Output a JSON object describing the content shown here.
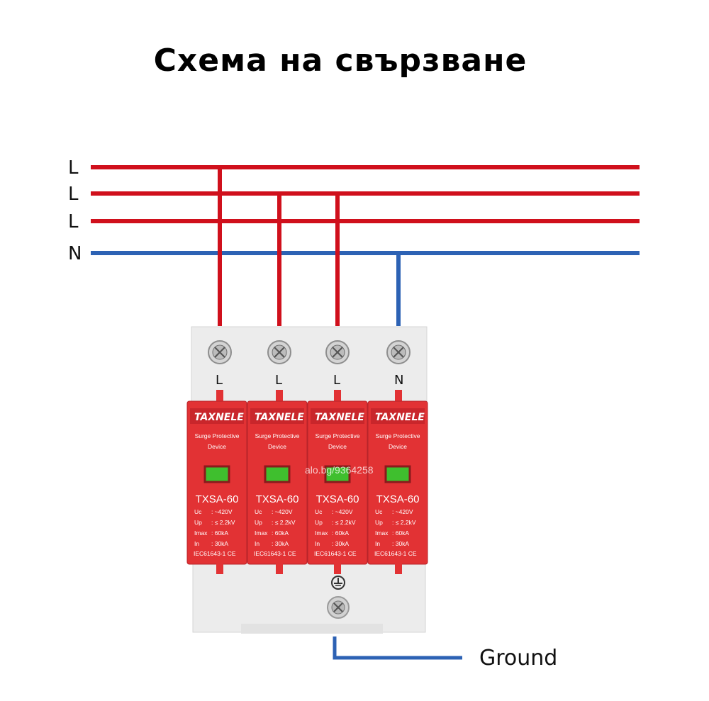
{
  "title": "Схема на свързване",
  "buses": [
    {
      "label": "L",
      "color": "#d0101c"
    },
    {
      "label": "L",
      "color": "#d0101c"
    },
    {
      "label": "L",
      "color": "#d0101c"
    },
    {
      "label": "N",
      "color": "#2d62b4"
    }
  ],
  "ground_label": "Ground",
  "watermark": "alo.bg/9364258",
  "device": {
    "body_color": "#e8e8e8",
    "module_color": "#e23234",
    "indicator_color": "#3fbf2e",
    "modules": [
      {
        "terminal": "L",
        "brand": "TAXNELE",
        "line1": "Surge Protective",
        "line2": "Device",
        "model": "TXSA-60",
        "specs": [
          {
            "k": "Uc",
            "v": ": ~420V"
          },
          {
            "k": "Up",
            "v": ": ≤ 2.2kV"
          },
          {
            "k": "Imax",
            "v": ": 60kA"
          },
          {
            "k": "In",
            "v": ": 30kA"
          }
        ],
        "standard": "IEC61643-1 CE"
      },
      {
        "terminal": "L",
        "brand": "TAXNELE",
        "line1": "Surge Protective",
        "line2": "Device",
        "model": "TXSA-60",
        "specs": [
          {
            "k": "Uc",
            "v": ": ~420V"
          },
          {
            "k": "Up",
            "v": ": ≤ 2.2kV"
          },
          {
            "k": "Imax",
            "v": ": 60kA"
          },
          {
            "k": "In",
            "v": ": 30kA"
          }
        ],
        "standard": "IEC61643-1 CE"
      },
      {
        "terminal": "L",
        "brand": "TAXNELE",
        "line1": "Surge Protective",
        "line2": "Device",
        "model": "TXSA-60",
        "specs": [
          {
            "k": "Uc",
            "v": ": ~420V"
          },
          {
            "k": "Up",
            "v": ": ≤ 2.2kV"
          },
          {
            "k": "Imax",
            "v": ": 60kA"
          },
          {
            "k": "In",
            "v": ": 30kA"
          }
        ],
        "standard": "IEC61643-1 CE"
      },
      {
        "terminal": "N",
        "brand": "TAXNELE",
        "line1": "Surge Protective",
        "line2": "Device",
        "model": "TXSA-60",
        "specs": [
          {
            "k": "Uc",
            "v": ": ~420V"
          },
          {
            "k": "Up",
            "v": ": ≤ 2.2kV"
          },
          {
            "k": "Imax",
            "v": ": 60kA"
          },
          {
            "k": "In",
            "v": ": 30kA"
          }
        ],
        "standard": "IEC61643-1 CE"
      }
    ]
  }
}
